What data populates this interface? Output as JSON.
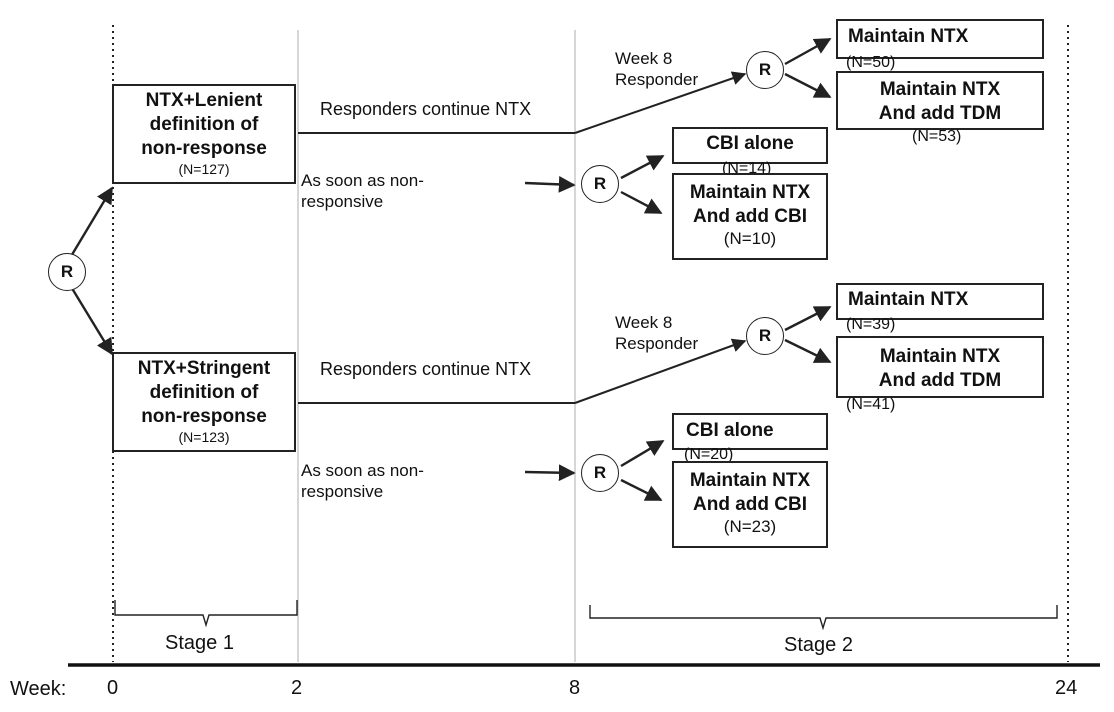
{
  "randomization_label": "R",
  "stage1": {
    "lenient": {
      "line1": "NTX+Lenient",
      "line2": "definition of",
      "line3": "non-response",
      "count": "(N=127)"
    },
    "stringent": {
      "line1": "NTX+Stringent",
      "line2": "definition of",
      "line3": "non-response",
      "count": "(N=123)"
    }
  },
  "transitions": {
    "responders": "Responders continue NTX",
    "nonresponsive_line1": "As soon as non-",
    "nonresponsive_line2": "responsive",
    "week8_line1": "Week 8",
    "week8_line2": "Responder"
  },
  "stage2": {
    "lenient": {
      "responder_arms": [
        {
          "lines": [
            "Maintain NTX"
          ],
          "count": "(N=50)"
        },
        {
          "lines": [
            "Maintain NTX",
            "And add TDM"
          ],
          "count": "(N=53)"
        }
      ],
      "nonresponder_arms": [
        {
          "lines": [
            "CBI alone"
          ],
          "count": "(N=14)"
        },
        {
          "lines": [
            "Maintain NTX",
            "And add CBI"
          ],
          "count": "(N=10)"
        }
      ]
    },
    "stringent": {
      "responder_arms": [
        {
          "lines": [
            "Maintain NTX"
          ],
          "count": "(N=39)"
        },
        {
          "lines": [
            "Maintain NTX",
            "And add TDM"
          ],
          "count": "(N=41)"
        }
      ],
      "nonresponder_arms": [
        {
          "lines": [
            "CBI alone"
          ],
          "count": "(N=20)"
        },
        {
          "lines": [
            "Maintain NTX",
            "And add CBI"
          ],
          "count": "(N=23)"
        }
      ]
    }
  },
  "stages": {
    "stage1": "Stage 1",
    "stage2": "Stage 2"
  },
  "timeline": {
    "label": "Week:",
    "ticks": [
      "0",
      "2",
      "8",
      "24"
    ]
  }
}
